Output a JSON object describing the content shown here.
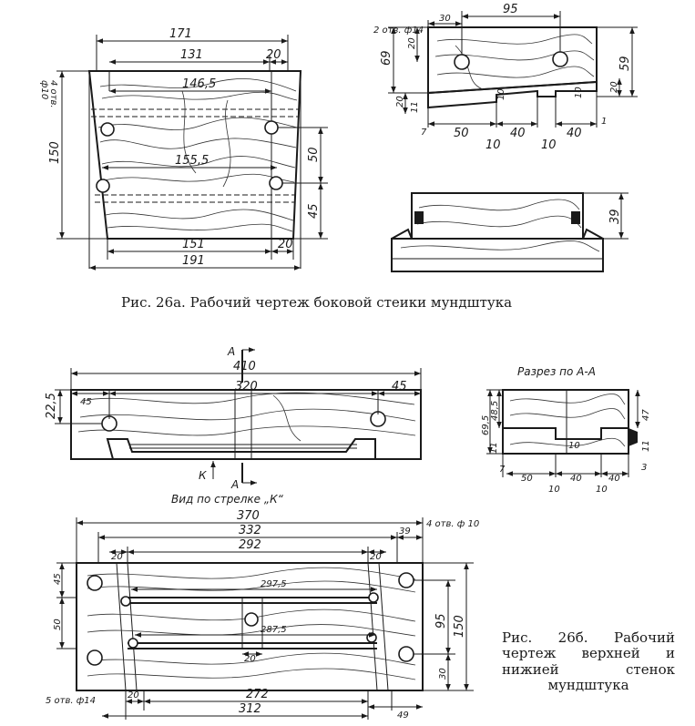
{
  "fig26a": {
    "caption": "Рис. 26а. Рабочий чертеж боковой стеики мундштука",
    "side": {
      "d171": "171",
      "d20t": "20",
      "d131": "131",
      "d146": "146,5",
      "d155": "155,5",
      "d151": "151",
      "d20b": "20",
      "d191": "191",
      "d150": "150",
      "d50": "50",
      "d45": "45",
      "holes_line1": "4 отв.",
      "holes_line2": "ф10"
    },
    "top": {
      "holes": "2 отв. ф14",
      "d30": "30",
      "d95": "95",
      "d69": "69",
      "d20a": "20",
      "d20b": "20",
      "d11": "11",
      "d59": "59",
      "d20c": "20",
      "d10a": "10",
      "d10b": "10",
      "d7": "7",
      "d50": "50",
      "d10c": "10",
      "d40a": "40",
      "d10d": "10",
      "d40b": "40",
      "d1": "1"
    },
    "bottom": {
      "d39": "39"
    }
  },
  "fig26b": {
    "caption_lines": [
      "Рис. 26б. Рабочий",
      "чертеж верхней и",
      "нижией стенок",
      "мундштука"
    ],
    "front": {
      "label_a_top": "А",
      "label_a_bottom": "А",
      "label_k": "К",
      "d410": "410",
      "d45l": "45",
      "d320": "320",
      "d45r": "45",
      "d225": "22,5"
    },
    "section": {
      "title": "Разрез по А-А",
      "d695": "69,5",
      "d485": "48,5",
      "d47": "47",
      "d11l": "11",
      "d11r": "11",
      "d7": "7",
      "d50": "50",
      "d10a": "10",
      "d40a": "40",
      "d40b": "40",
      "d3": "3",
      "d10": "10",
      "d10b": "10"
    },
    "plan": {
      "title": "Вид по стрелке „К“",
      "d370": "370",
      "d332": "332",
      "d39": "39",
      "holes_top": "4 отв. ф 10",
      "d20a": "20",
      "d292": "292",
      "d20b": "20",
      "d2975": "297,5",
      "d2875": "287,5",
      "d20c": "20",
      "d45": "45",
      "d50": "50",
      "d95": "95",
      "d150": "150",
      "d30": "30",
      "holes_bottom": "5 отв. ф14",
      "d20d": "20",
      "d272": "272",
      "d312": "312",
      "d49": "49"
    }
  }
}
